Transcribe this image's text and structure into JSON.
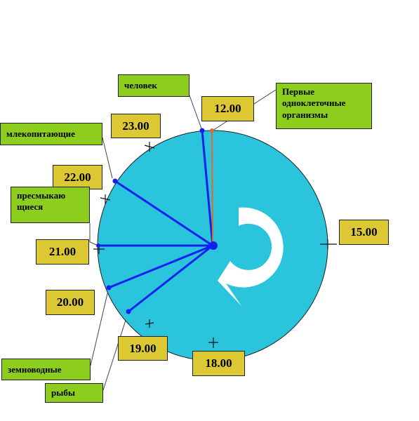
{
  "diagram": {
    "clock_labels": {
      "t1200": "12.00",
      "t1500": "15.00",
      "t1800": "18.00",
      "t1900": "19.00",
      "t2000": "20.00",
      "t2100": "21.00",
      "t2200": "22.00",
      "t2300": "23.00"
    },
    "life_labels": {
      "human": "человек",
      "first_unicellular": "Первые одноклеточные организмы",
      "mammals": "млекопитающие",
      "reptiles": "пресмыкаю щиеся",
      "amphibians": "земноводные",
      "fish": "рыбы"
    },
    "colors": {
      "clock_face": "#2ac4dc",
      "hand": "#1020f0",
      "first_life_hand": "#e06a2a",
      "time_box": "#dcc832",
      "life_box": "#8ccd1e",
      "arrow": "#ffffff"
    }
  }
}
